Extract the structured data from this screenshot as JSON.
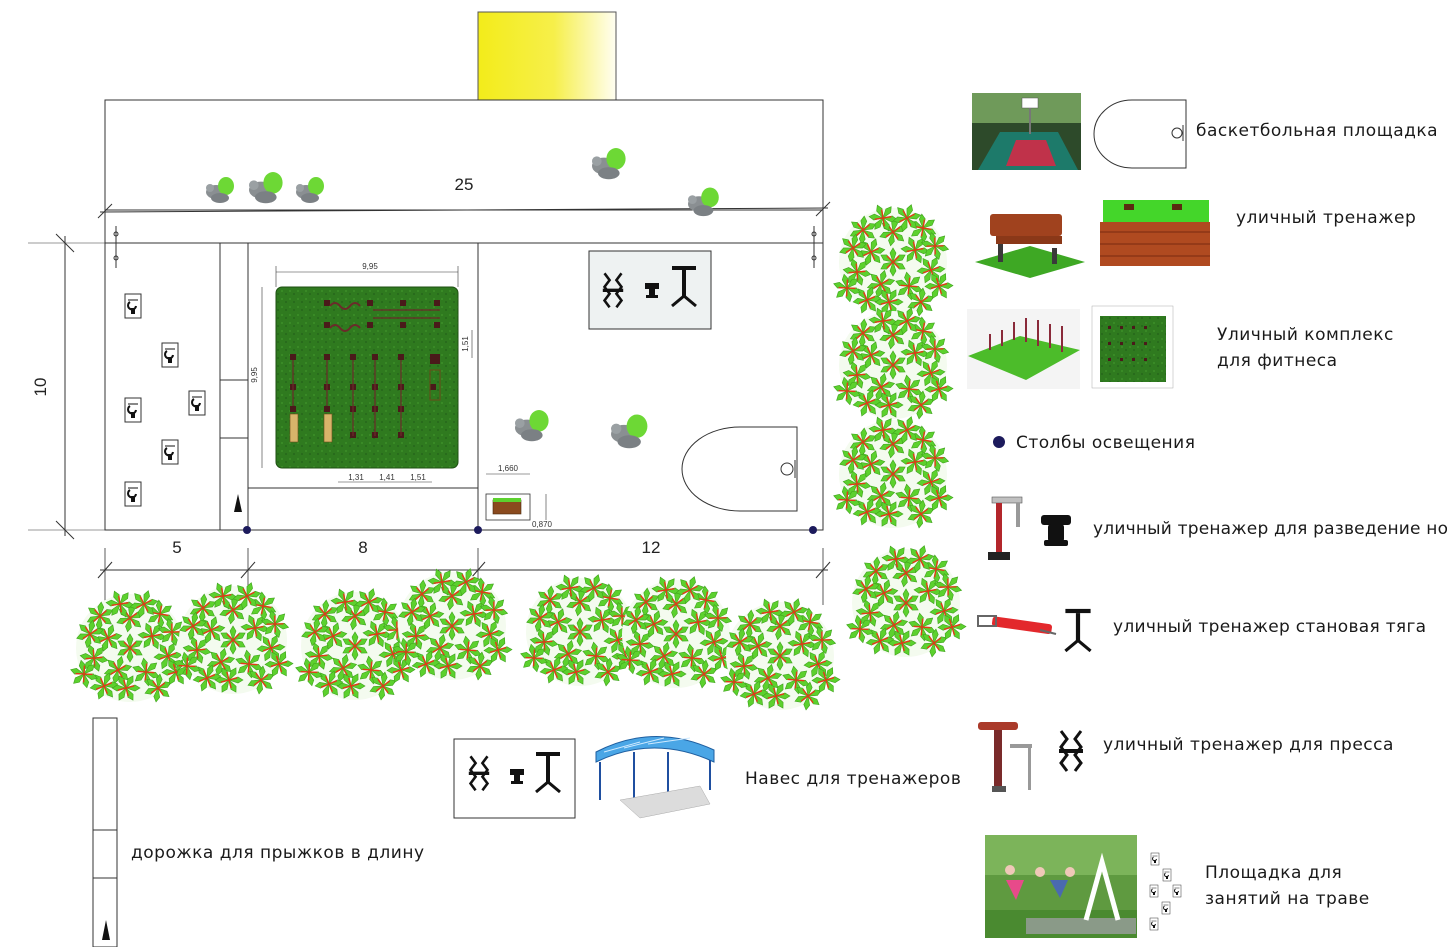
{
  "plan": {
    "dimensions": {
      "top_width": "25",
      "left_height": "10",
      "bottom_segments": [
        "5",
        "8",
        "12"
      ]
    },
    "fitness_complex": {
      "width": "9,95",
      "height": "9,95",
      "gap_right": "1,51",
      "bottom_gaps": [
        "1,31",
        "1,41",
        "1,51"
      ]
    },
    "small_equipment": {
      "width": "1,660",
      "depth": "0,870"
    }
  },
  "legend": {
    "basketball": "баскетбольная площадка",
    "bench_trainer": "уличный тренажер",
    "fitness_complex": "Уличный комплекс\nдля фитнеса",
    "lights": "Столбы освещения",
    "leg_trainer": "уличный тренажер для разведение ног",
    "deadlift_trainer": "уличный тренажер становая тяга",
    "press_trainer": "уличный тренажер для пресса",
    "canopy": "Навес для тренажеров",
    "long_jump": "дорожка для прыжков в длину",
    "grass_area": "Площадка для\nзанятий на траве"
  },
  "colors": {
    "sun": "#f3ec1a",
    "grass": "#2e7d1e",
    "shrub_green": "#5cd12e",
    "shrub_red": "#e23a17",
    "light_dot": "#1c1a5c",
    "outline": "#333333"
  }
}
